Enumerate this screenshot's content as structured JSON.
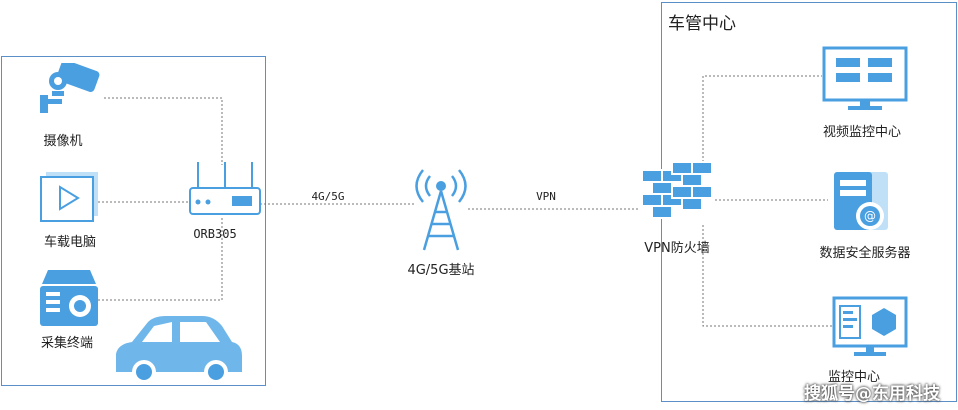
{
  "vehicle": {
    "camera_label": "摄像机",
    "computer_label": "车载电脑",
    "terminal_label": "采集终端",
    "router_label": "ORB305"
  },
  "links": {
    "cellular_label": "4G/5G",
    "vpn_label": "VPN"
  },
  "station": {
    "label": "4G/5G基站"
  },
  "firewall": {
    "label": "VPN防火墙"
  },
  "center": {
    "title": "车管中心",
    "video_label": "视频监控中心",
    "server_label": "数据安全服务器",
    "monitor_label": "监控中心"
  },
  "watermark": "搜狐号@东用科技",
  "colors": {
    "accent": "#4a9fe0",
    "accent_light": "#8cc6f0",
    "border": "#5b8fc7",
    "line": "#777777"
  }
}
